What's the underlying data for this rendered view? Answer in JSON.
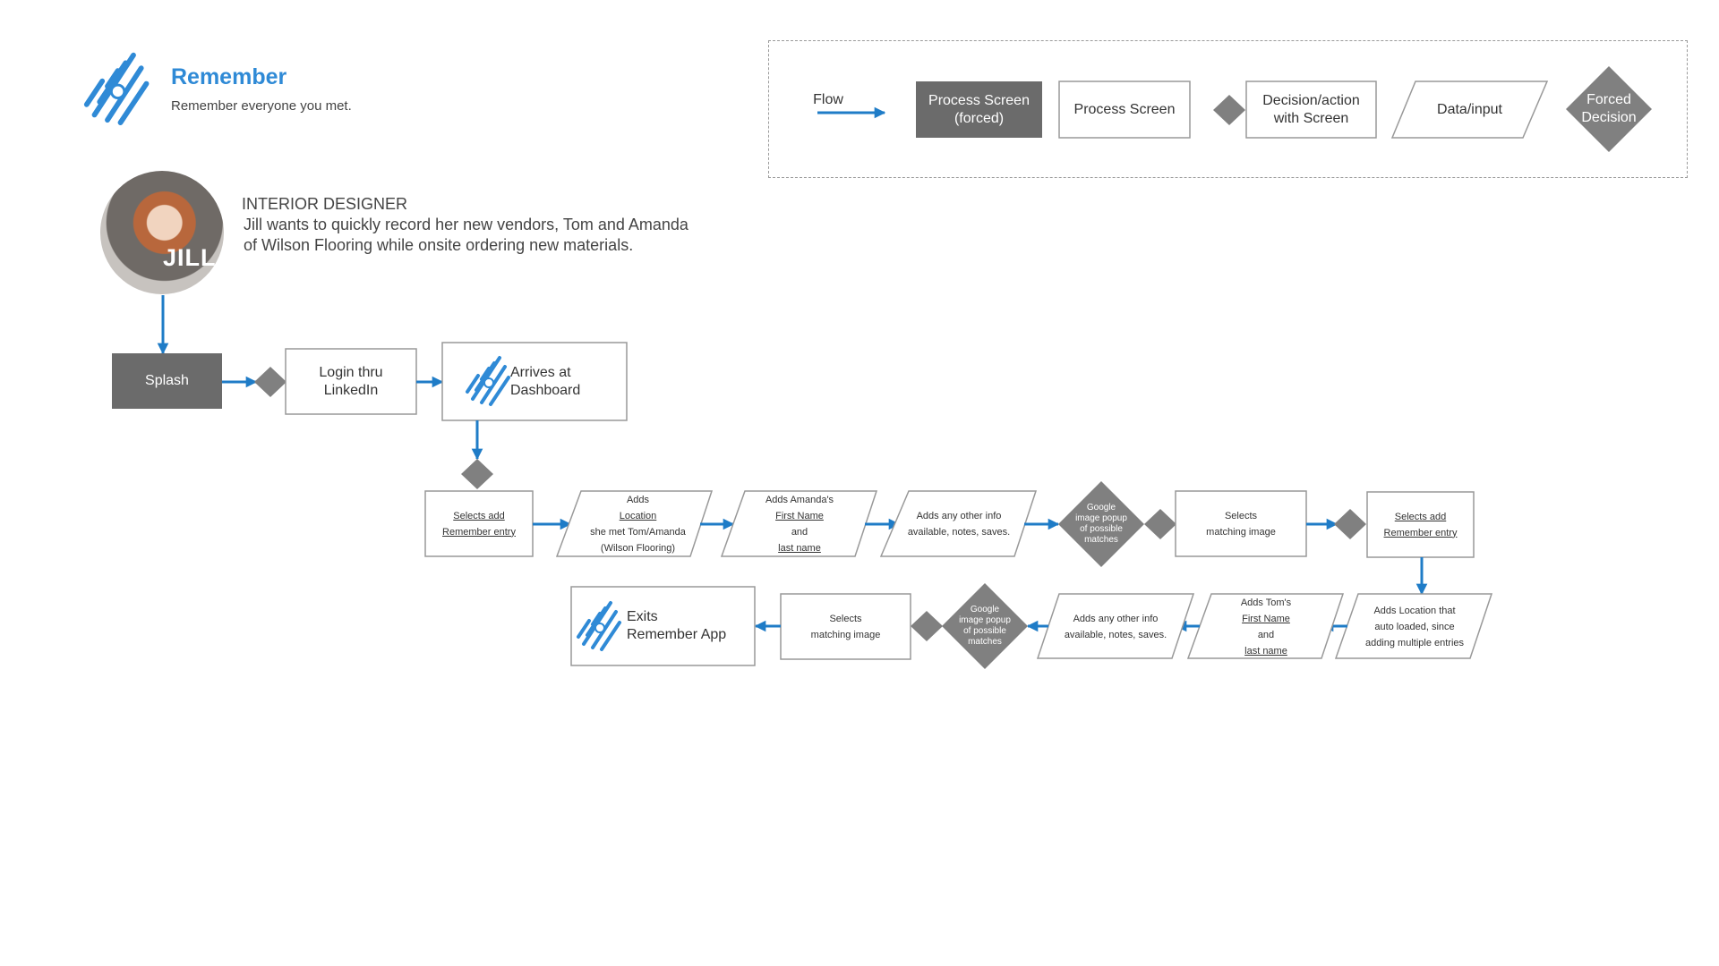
{
  "header": {
    "app_name": "Remember",
    "tagline": "Remember everyone you met."
  },
  "persona": {
    "name": "JILL",
    "role": "INTERIOR DESIGNER",
    "description_line1": "Jill wants to quickly record her new vendors, Tom and Amanda",
    "description_line2": "of Wilson Flooring while onsite ordering new materials."
  },
  "legend": {
    "flow": "Flow",
    "process_forced_1": "Process Screen",
    "process_forced_2": "(forced)",
    "process": "Process Screen",
    "decision_1": "Decision/action",
    "decision_2": "with Screen",
    "data_input": "Data/input",
    "forced_decision_1": "Forced",
    "forced_decision_2": "Decision"
  },
  "row1": {
    "splash": "Splash",
    "login_1": "Login thru",
    "login_2": "LinkedIn",
    "dashboard_1": "Arrives at",
    "dashboard_2": "Dashboard"
  },
  "row2": {
    "select_add_1": "Selects add",
    "select_add_2": "Remember entry",
    "location_1a": "Adds ",
    "location_1b": "Location",
    "location_2": "she met Tom/Amanda",
    "location_3": "(Wilson Flooring)",
    "amanda_1a": "Adds Amanda's ",
    "amanda_1b": "First Name",
    "amanda_2a": "and ",
    "amanda_2b": "last name",
    "other_info_1": "Adds any other info",
    "other_info_2": "available, notes, saves.",
    "google_1": "Google",
    "google_2": "image popup",
    "google_3": "of possible",
    "google_4": "matches",
    "selects_image_1": "Selects",
    "selects_image_2": "matching image",
    "select_add2_1": "Selects add",
    "select_add2_2": "Remember entry"
  },
  "row3": {
    "exits_1": "Exits",
    "exits_2": "Remember App",
    "selects_image_1": "Selects",
    "selects_image_2": "matching image",
    "google_1": "Google",
    "google_2": "image popup",
    "google_3": "of possible",
    "google_4": "matches",
    "other_info_1": "Adds any other info",
    "other_info_2": "available, notes, saves.",
    "tom_1a": "Adds Tom's ",
    "tom_1b": "First Name",
    "tom_2a": "and ",
    "tom_2b": "last name",
    "location_1": "Adds Location that",
    "location_2": "auto loaded, since",
    "location_3": "adding multiple entries"
  },
  "colors": {
    "flow_arrow": "#1f7cc7",
    "forced_fill": "#6b6b6b",
    "decision_fill": "#808080",
    "brand": "#2f8ad6"
  }
}
